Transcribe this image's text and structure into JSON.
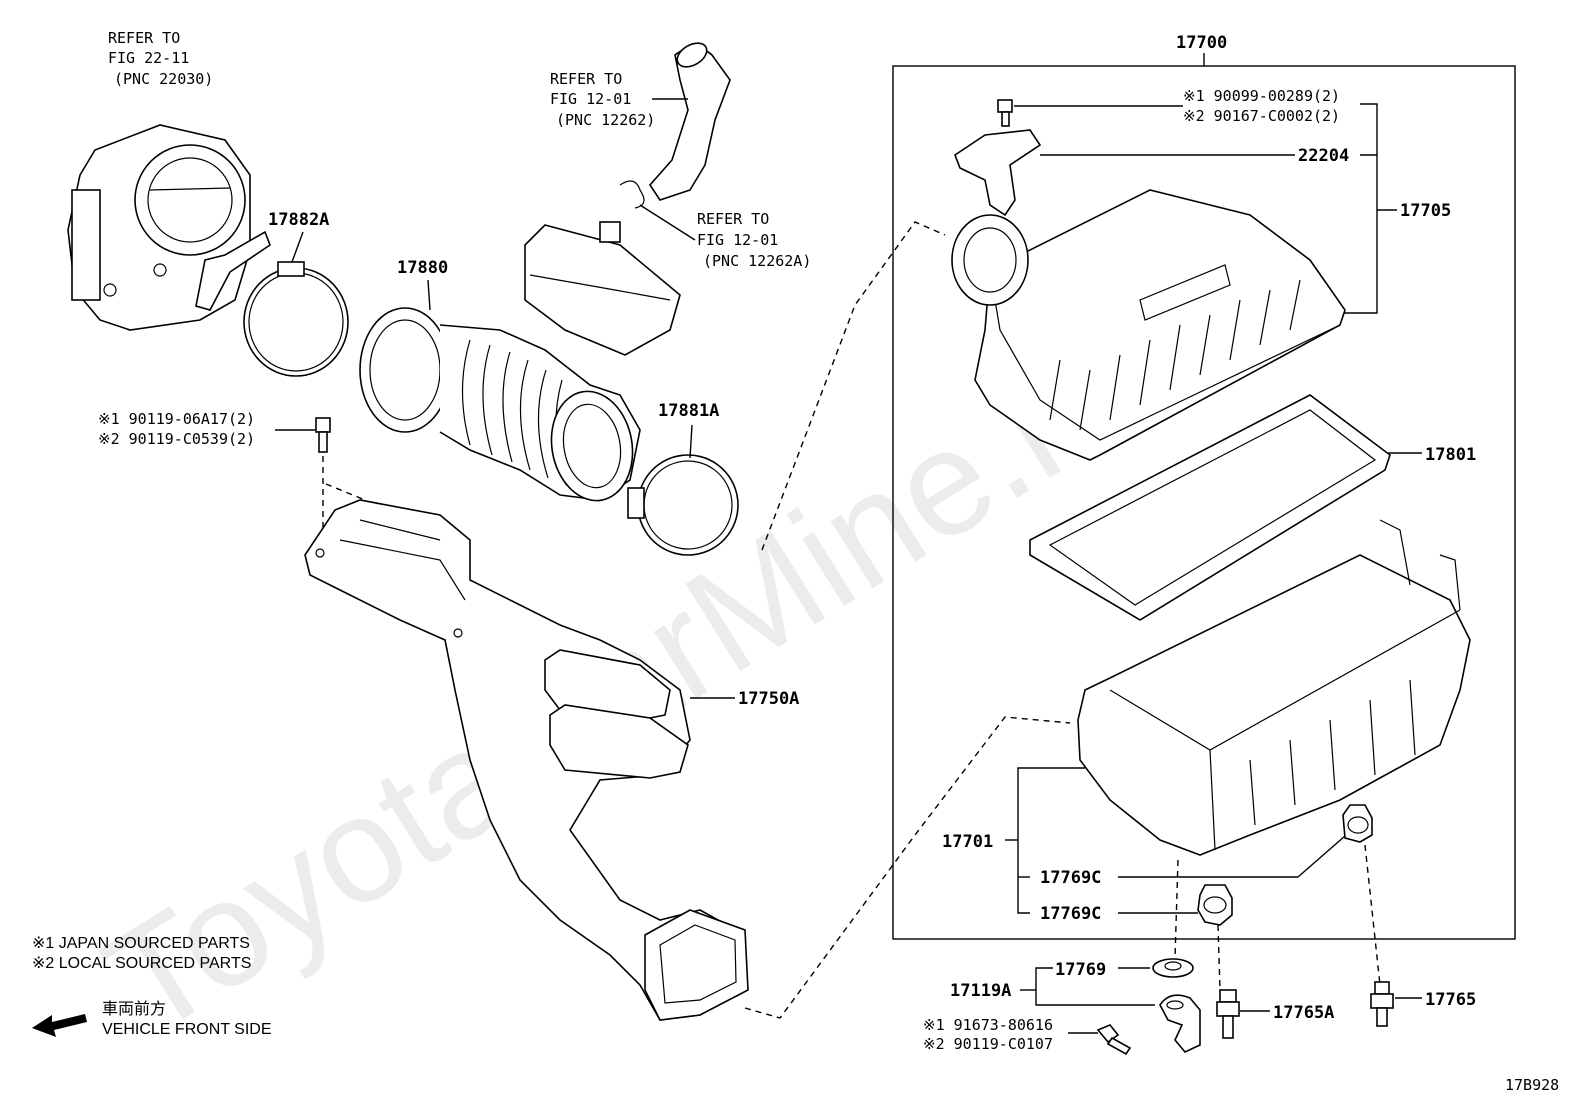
{
  "watermark": "ToyotaCarMine.ru",
  "refs": {
    "throttle": [
      "REFER TO",
      "FIG 22-11",
      "(PNC 22030)"
    ],
    "hose_top": [
      "REFER TO",
      "FIG 12-01",
      "(PNC 12262)"
    ],
    "hose_clip": [
      "REFER TO",
      "FIG 12-01",
      "(PNC 12262A)"
    ]
  },
  "labels": {
    "p17700": "17700",
    "p17882A": "17882A",
    "p17880": "17880",
    "p17881A": "17881A",
    "p22204": "22204",
    "p17705": "17705",
    "p17801": "17801",
    "p17750A": "17750A",
    "p17701": "17701",
    "p17769C_1": "17769C",
    "p17769C_2": "17769C",
    "p17769": "17769",
    "p17119A": "17119A",
    "p17765A": "17765A",
    "p17765": "17765",
    "code": "17B928"
  },
  "bolt_refs": {
    "top_1": "※1 90099-00289(2)",
    "top_2": "※2 90167-C0002(2)",
    "left_1": "※1 90119-06A17(2)",
    "left_2": "※2 90119-C0539(2)",
    "bottom_1": "※1 91673-80616",
    "bottom_2": "※2 90119-C0107"
  },
  "legend": {
    "line1": "※1  JAPAN SOURCED PARTS",
    "line2": "※2  LOCAL SOURCED PARTS",
    "front_jp": "車両前方",
    "front_en": "VEHICLE FRONT SIDE"
  }
}
